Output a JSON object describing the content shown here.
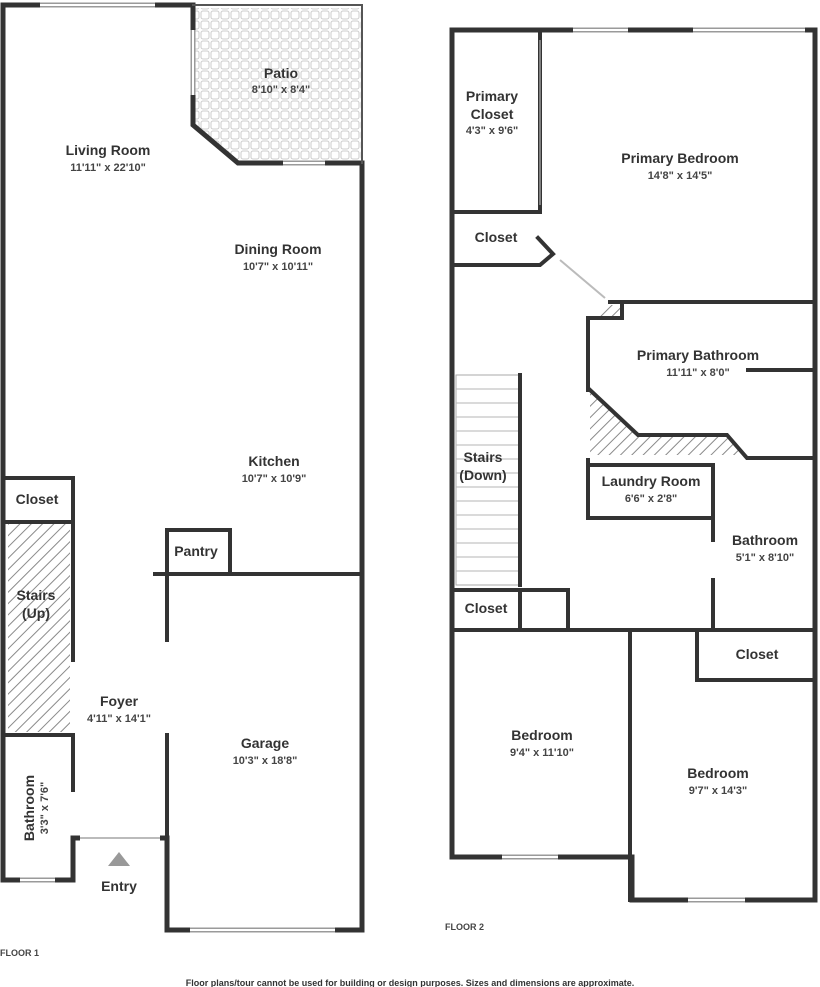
{
  "floor1": {
    "label": "FLOOR 1",
    "rooms": [
      {
        "name": "Living Room",
        "dims": "11'11\" x 22'10\""
      },
      {
        "name": "Patio",
        "dims": "8'10\" x 8'4\""
      },
      {
        "name": "Dining Room",
        "dims": "10'7\" x 10'11\""
      },
      {
        "name": "Kitchen",
        "dims": "10'7\" x 10'9\""
      },
      {
        "name": "Closet",
        "dims": ""
      },
      {
        "name": "Stairs\n(Up)",
        "dims": ""
      },
      {
        "name": "Pantry",
        "dims": ""
      },
      {
        "name": "Foyer",
        "dims": "4'11\" x 14'1\""
      },
      {
        "name": "Garage",
        "dims": "10'3\" x 18'8\""
      },
      {
        "name": "Bathroom",
        "dims": "3'3\" x 7'6\""
      }
    ],
    "entry_label": "Entry"
  },
  "floor2": {
    "label": "FLOOR 2",
    "rooms": [
      {
        "name": "Primary\nCloset",
        "dims": "4'3\" x 9'6\""
      },
      {
        "name": "Primary Bedroom",
        "dims": "14'8\" x 14'5\""
      },
      {
        "name": "Closet",
        "dims": ""
      },
      {
        "name": "Primary Bathroom",
        "dims": "11'11\" x 8'0\""
      },
      {
        "name": "Stairs\n(Down)",
        "dims": ""
      },
      {
        "name": "Laundry Room",
        "dims": "6'6\" x 2'8\""
      },
      {
        "name": "Bathroom",
        "dims": "5'1\" x 8'10\""
      },
      {
        "name": "Closet",
        "dims": ""
      },
      {
        "name": "Closet",
        "dims": ""
      },
      {
        "name": "Bedroom",
        "dims": "9'4\" x 11'10\""
      },
      {
        "name": "Bedroom",
        "dims": "9'7\" x 14'3\""
      }
    ]
  },
  "disclaimer": "Floor plans/tour cannot be used for building or design purposes. Sizes and dimensions are approximate.",
  "colors": {
    "wall": "#333333",
    "window": "#9a9a9a",
    "hatch": "#8a8a8a",
    "patio_tile": "#cccccc"
  }
}
